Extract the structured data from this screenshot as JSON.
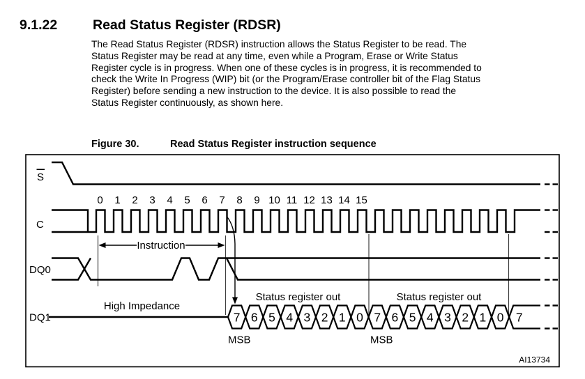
{
  "colors": {
    "ink": "#000000",
    "thin_line": "#3f3f3f",
    "background": "#ffffff"
  },
  "section": {
    "number": "9.1.22",
    "title": "Read Status Register (RDSR)"
  },
  "intro": {
    "lines": [
      "The Read Status Register (RDSR) instruction allows the Status Register to be read. The",
      "Status Register may be read at any time, even while a Program, Erase or Write Status",
      "Register cycle is in progress. When one of these cycles is in progress, it is recommended to",
      "check the Write In Progress (WIP) bit (or the Program/Erase controller bit of the Flag Status",
      "Register) before sending a new instruction to the device. It is also possible to read the",
      "Status Register continuously, as shown here."
    ]
  },
  "figure": {
    "caption_label": "Figure 30.",
    "caption_title": "Read Status Register instruction sequence",
    "watermark": "AI13734",
    "signals": {
      "s": "S",
      "c": "C",
      "dq0": "DQ0",
      "dq1": "DQ1"
    },
    "clock_numbers": [
      "0",
      "1",
      "2",
      "3",
      "4",
      "5",
      "6",
      "7",
      "8",
      "9",
      "10",
      "11",
      "12",
      "13",
      "14",
      "15"
    ],
    "annotations": {
      "instruction": "Instruction",
      "high_impedance": "High Impedance",
      "status_out_1": "Status register out",
      "status_out_2": "Status register out",
      "msb_1": "MSB",
      "msb_2": "MSB"
    },
    "dq1_bits": [
      "7",
      "6",
      "5",
      "4",
      "3",
      "2",
      "1",
      "0",
      "7",
      "6",
      "5",
      "4",
      "3",
      "2",
      "1",
      "0",
      "7"
    ]
  }
}
